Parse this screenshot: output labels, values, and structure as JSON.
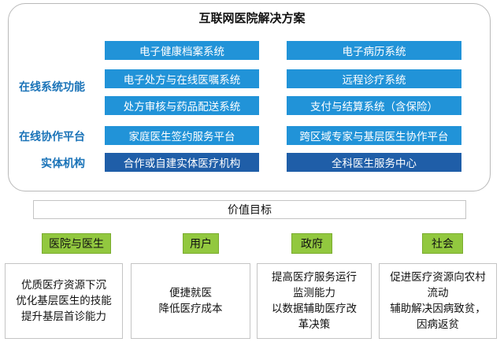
{
  "title": "互联网医院解决方案",
  "side_labels": {
    "online": "在线系统功能",
    "collab": "在线协作平台",
    "physical": "实体机构"
  },
  "systems": {
    "r1_left": "电子健康档案系统",
    "r1_right": "电子病历系统",
    "r2_left": "电子处方与在线医嘱系统",
    "r2_right": "远程诊疗系统",
    "r3_left": "处方审核与药品配送系统",
    "r3_right": "支付与结算系统（含保险）",
    "r4_left": "家庭医生签约服务平台",
    "r4_right": "跨区域专家与基层医生协作平台",
    "r5_left": "合作或自建实体医疗机构",
    "r5_right": "全科医生服务中心"
  },
  "value_target": "价值目标",
  "goals": [
    {
      "label": "医院与医生",
      "lines": [
        "优质医疗资源下沉",
        "优化基层医生的技能",
        "提升基层首诊能力"
      ]
    },
    {
      "label": "用户",
      "lines": [
        "便捷就医",
        "降低医疗成本"
      ]
    },
    {
      "label": "政府",
      "lines": [
        "提高医疗服务运行",
        "监测能力",
        "以数据辅助医疗改",
        "革决策"
      ]
    },
    {
      "label": "社会",
      "lines": [
        "促进医疗资源向农村",
        "流动",
        "辅助解决因病致贫，",
        "因病返贫"
      ]
    }
  ],
  "colors": {
    "online_box": "#2193d8",
    "physical_box": "#1f5ea8",
    "side_label": "#1a73b8",
    "goal_tab": "#92c83f"
  }
}
